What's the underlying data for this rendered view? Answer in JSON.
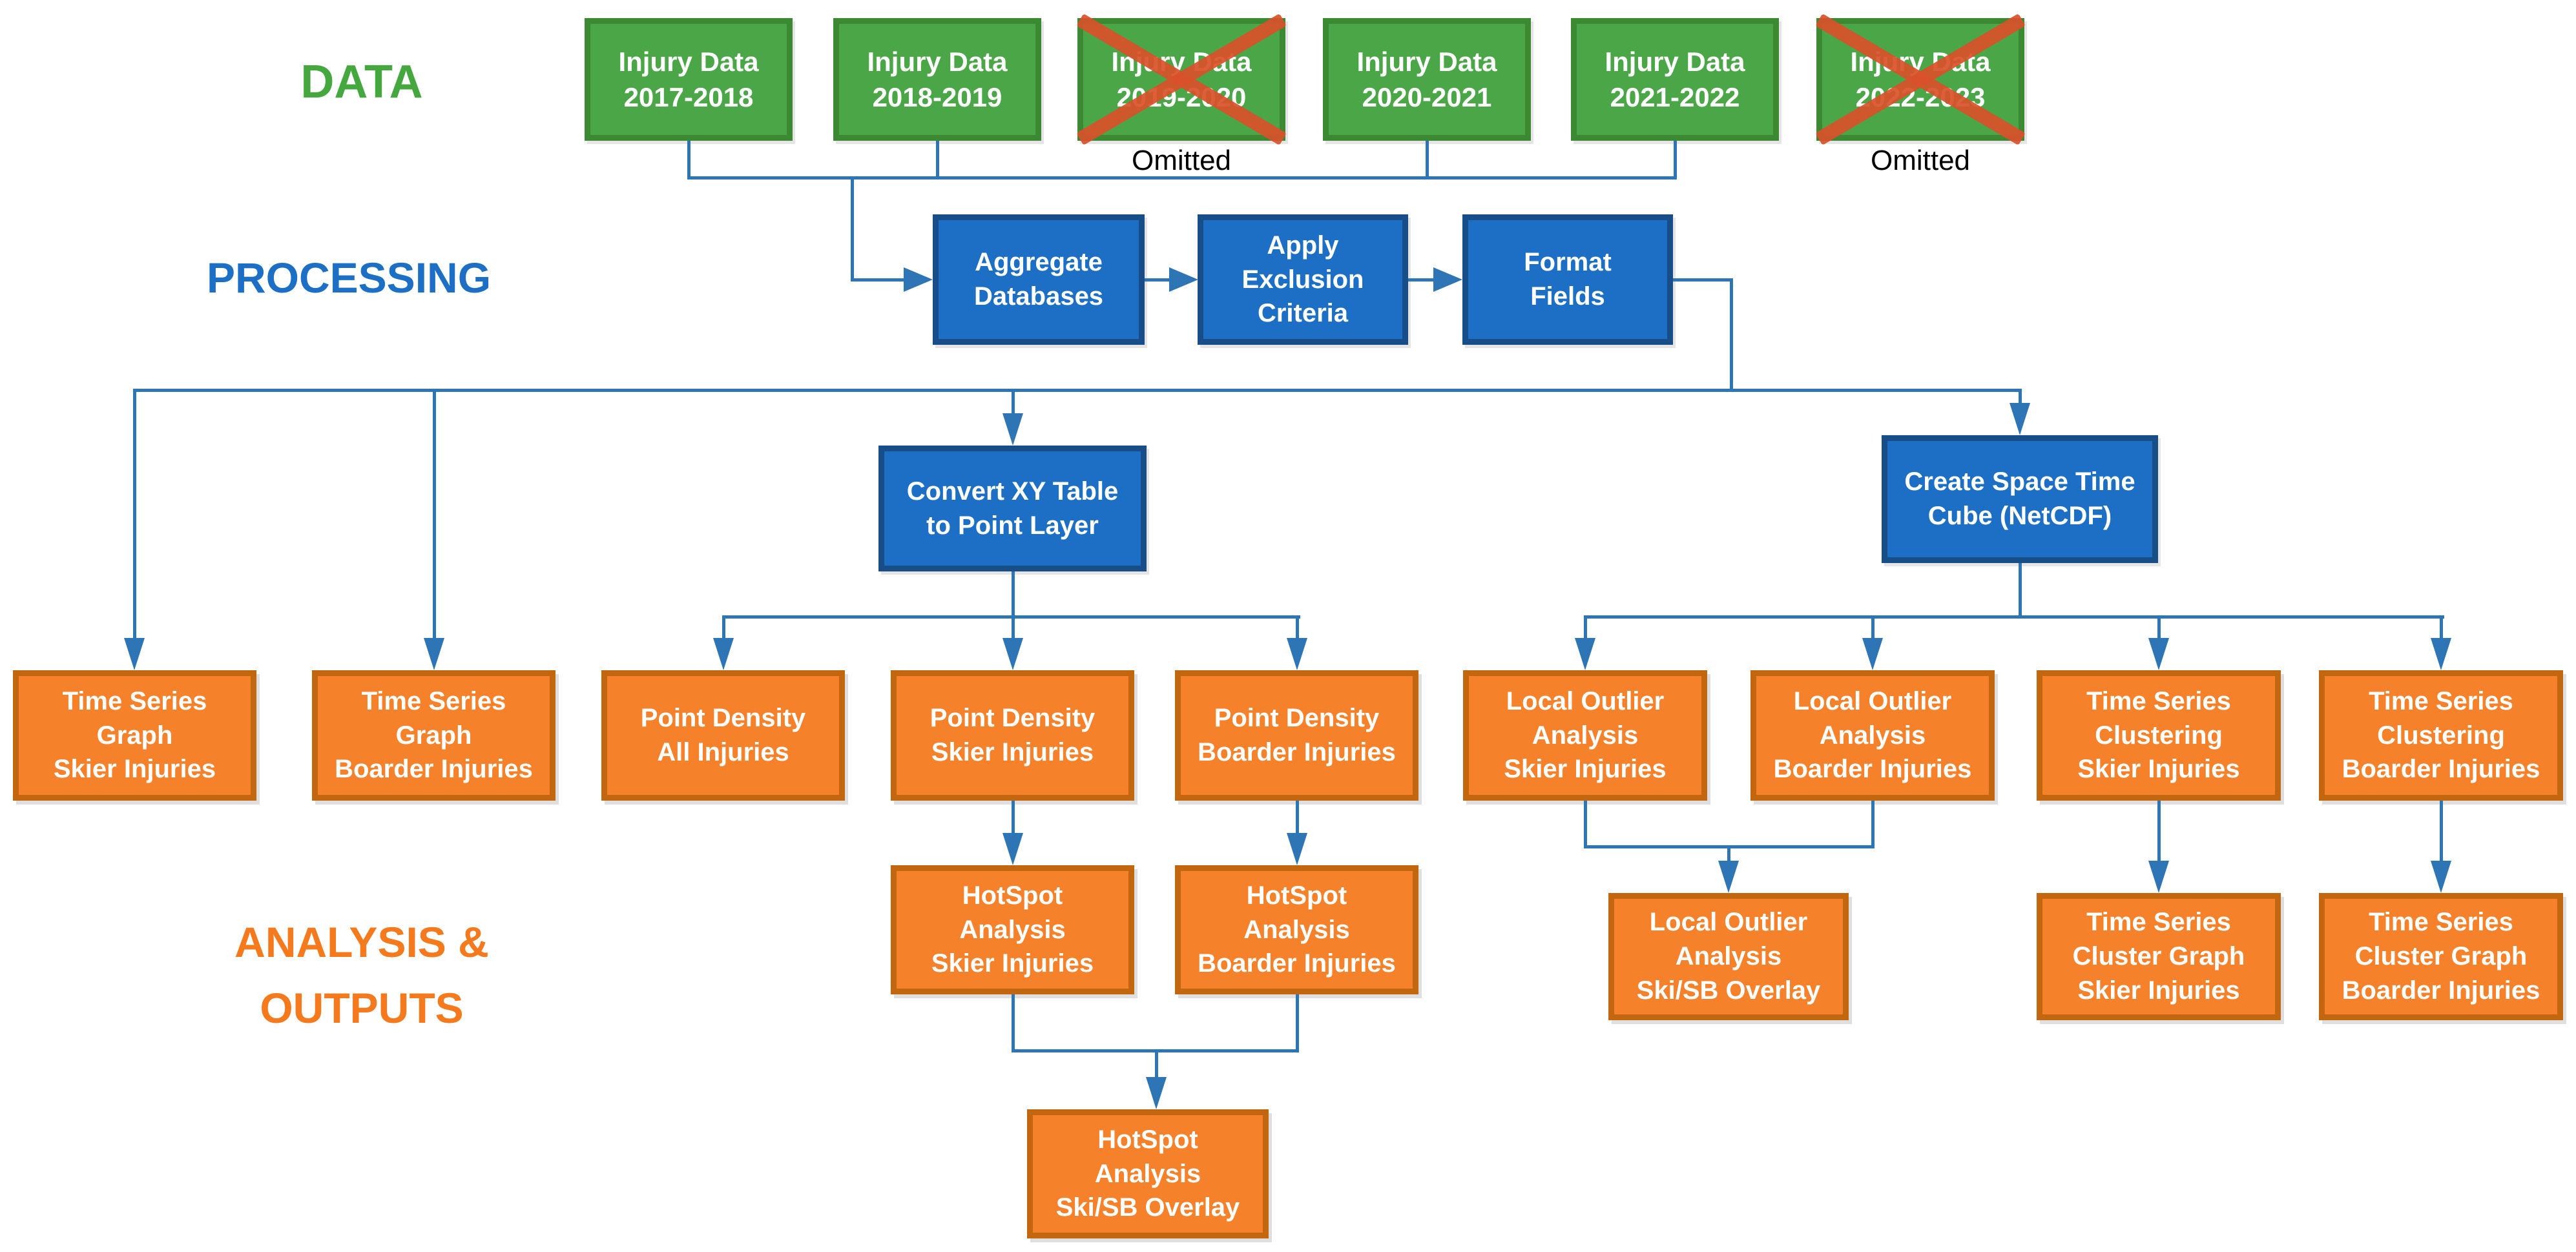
{
  "colors": {
    "green_fill": "#4BA648",
    "green_border": "#3B8A33",
    "blue_fill": "#1C6FC5",
    "blue_border": "#174E88",
    "orange_fill": "#F6812B",
    "orange_border": "#C2660F",
    "connector": "#2E75B6",
    "red_x": "#D9502A",
    "label_data": "#45A83E",
    "label_processing": "#1C6FC5",
    "label_outputs": "#F5791D",
    "omitted_text": "#000000"
  },
  "sections": {
    "data": "DATA",
    "processing": "PROCESSING",
    "outputs": "ANALYSIS &\nOUTPUTS"
  },
  "captions": {
    "omitted_2019_2020": "Omitted",
    "omitted_2022_2023": "Omitted"
  },
  "nodes": {
    "injury_2017_2018": "Injury Data\n2017-2018",
    "injury_2018_2019": "Injury Data\n2018-2019",
    "injury_2019_2020": "Injury Data\n2019-2020",
    "injury_2020_2021": "Injury Data\n2020-2021",
    "injury_2021_2022": "Injury Data\n2021-2022",
    "injury_2022_2023": "Injury Data\n2022-2023",
    "aggregate_databases": "Aggregate\nDatabases",
    "apply_exclusion_criteria": "Apply\nExclusion\nCriteria",
    "format_fields": "Format\nFields",
    "convert_xy": "Convert XY Table\nto Point Layer",
    "space_time_cube": "Create Space Time\nCube (NetCDF)",
    "ts_graph_skier": "Time Series\nGraph\nSkier Injuries",
    "ts_graph_boarder": "Time Series\nGraph\nBoarder Injuries",
    "pd_all": "Point Density\nAll Injuries",
    "pd_skier": "Point Density\nSkier Injuries",
    "pd_boarder": "Point Density\nBoarder Injuries",
    "lo_skier": "Local Outlier\nAnalysis\nSkier Injuries",
    "lo_boarder": "Local Outlier\nAnalysis\nBoarder Injuries",
    "tsc_skier": "Time Series\nClustering\nSkier Injuries",
    "tsc_boarder": "Time Series\nClustering\nBoarder Injuries",
    "hs_skier": "HotSpot\nAnalysis\nSkier Injuries",
    "hs_boarder": "HotSpot\nAnalysis\nBoarder Injuries",
    "lo_overlay": "Local Outlier\nAnalysis\nSki/SB Overlay",
    "tsc_graph_skier": "Time Series\nCluster Graph\nSkier Injuries",
    "tsc_graph_boarder": "Time Series\nCluster Graph\nBoarder Injuries",
    "hs_overlay": "HotSpot\nAnalysis\nSki/SB Overlay"
  }
}
